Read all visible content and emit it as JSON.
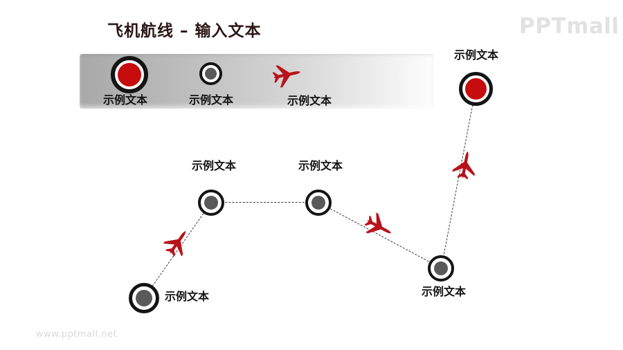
{
  "slide": {
    "title": "飞机航线 – 输入文本",
    "logo": "PPTmall",
    "watermark": "www.pptmall.net"
  },
  "colors": {
    "title_text": "#2a1615",
    "node_red": "#c60d0e",
    "node_gray": "#595959",
    "node_ring": "#141414",
    "plane_red": "#b8121a",
    "label_text": "#141414",
    "legend_bar_start": "#a8a8a8",
    "legend_bar_end": "#fdfdfd",
    "logo_gray": "#e2e2e2",
    "watermark_gray": "#d9d9d9",
    "dashed_line": "#3a3a3a"
  },
  "legend": {
    "items": [
      {
        "symbol": "red-node",
        "label": "示例文本"
      },
      {
        "symbol": "gray-node",
        "label": "示例文本"
      },
      {
        "symbol": "red-plane",
        "label": "示例文本"
      }
    ]
  },
  "route": {
    "nodes": [
      {
        "id": "start",
        "type": "gray",
        "label": "示例文本"
      },
      {
        "id": "stop-2",
        "type": "gray",
        "label": "示例文本"
      },
      {
        "id": "stop-3",
        "type": "gray",
        "label": "示例文本"
      },
      {
        "id": "stop-4",
        "type": "gray",
        "label": "示例文本"
      },
      {
        "id": "destination",
        "type": "red",
        "label": "示例文本"
      }
    ]
  }
}
